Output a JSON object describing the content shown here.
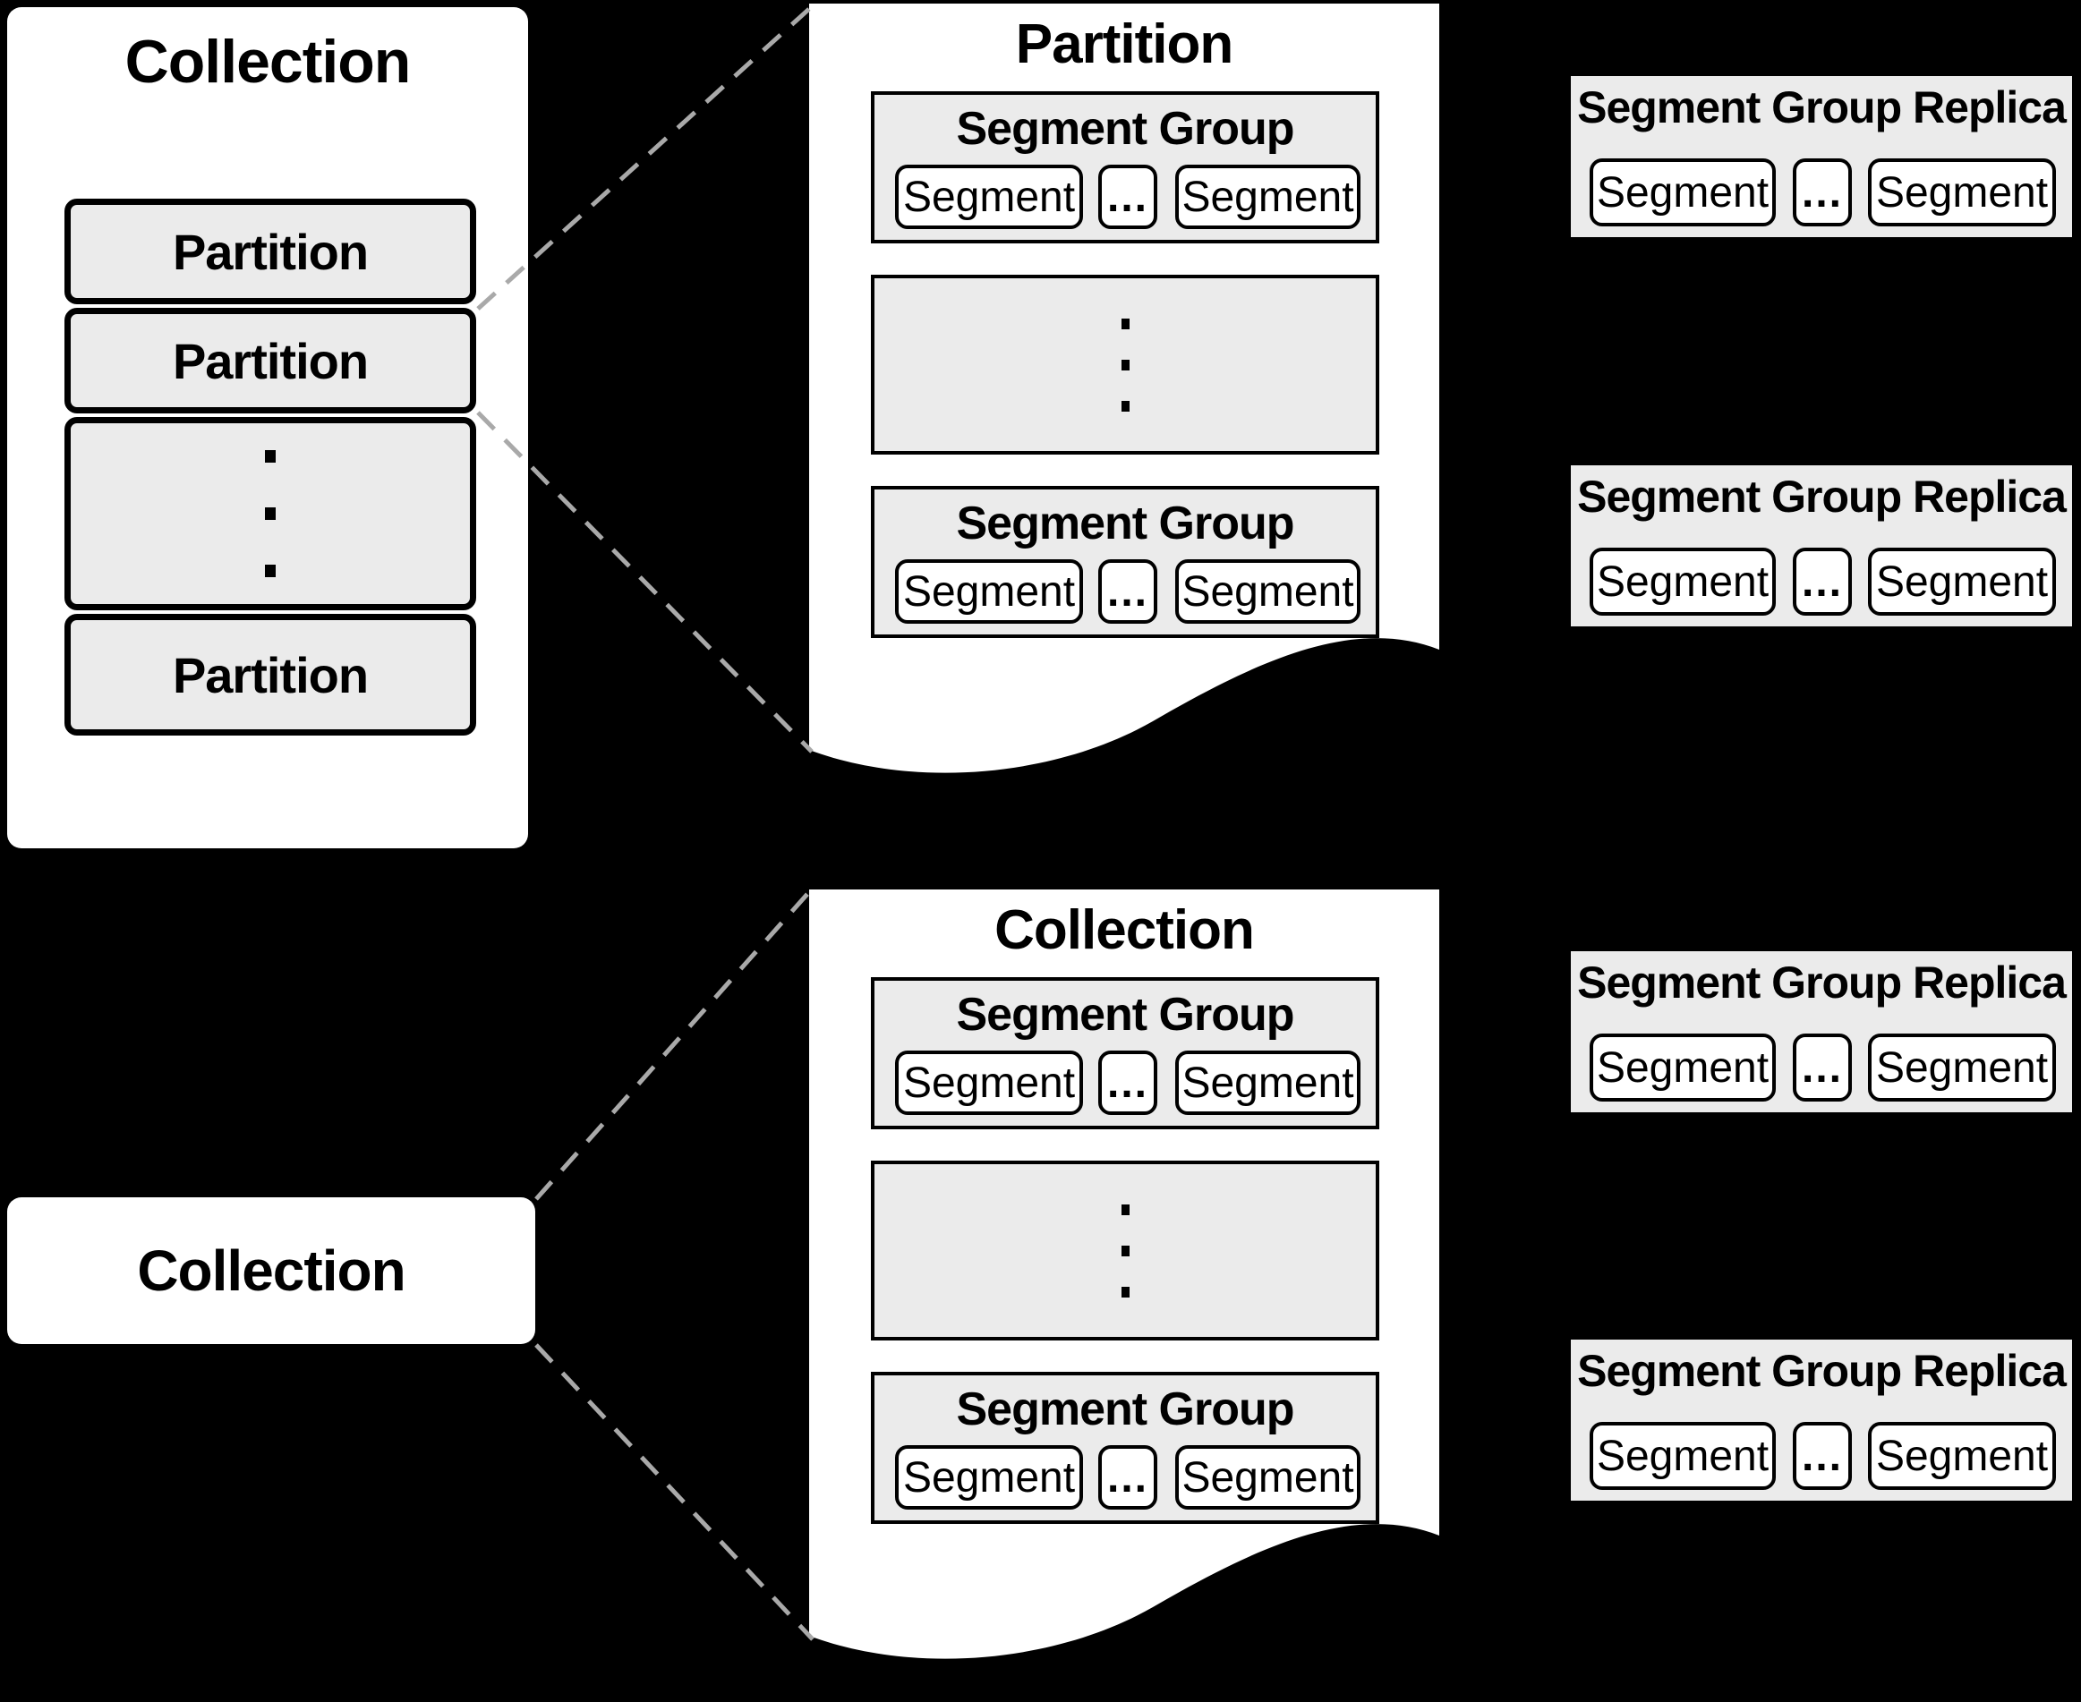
{
  "colors": {
    "background": "#000000",
    "panel_fill": "#ffffff",
    "box_fill": "#ebebeb",
    "border": "#000000",
    "connector_dash": "#a9a9a9"
  },
  "left_panel": {
    "title": "Collection",
    "partitions": [
      {
        "label": "Partition"
      },
      {
        "label": "Partition"
      },
      {
        "label": "Partition"
      }
    ]
  },
  "bottom_panel": {
    "title": "Collection"
  },
  "documents": [
    {
      "title": "Partition",
      "groups": [
        {
          "title": "Segment Group",
          "segment_left": "Segment",
          "ellipsis": "...",
          "segment_right": "Segment"
        },
        {
          "title": "Segment Group",
          "segment_left": "Segment",
          "ellipsis": "...",
          "segment_right": "Segment"
        }
      ]
    },
    {
      "title": "Collection",
      "groups": [
        {
          "title": "Segment Group",
          "segment_left": "Segment",
          "ellipsis": "...",
          "segment_right": "Segment"
        },
        {
          "title": "Segment Group",
          "segment_left": "Segment",
          "ellipsis": "...",
          "segment_right": "Segment"
        }
      ]
    }
  ],
  "replicas": [
    {
      "title": "Segment Group Replica",
      "segment_left": "Segment",
      "ellipsis": "...",
      "segment_right": "Segment"
    },
    {
      "title": "Segment Group Replica",
      "segment_left": "Segment",
      "ellipsis": "...",
      "segment_right": "Segment"
    },
    {
      "title": "Segment Group Replica",
      "segment_left": "Segment",
      "ellipsis": "...",
      "segment_right": "Segment"
    },
    {
      "title": "Segment Group Replica",
      "segment_left": "Segment",
      "ellipsis": "...",
      "segment_right": "Segment"
    }
  ]
}
